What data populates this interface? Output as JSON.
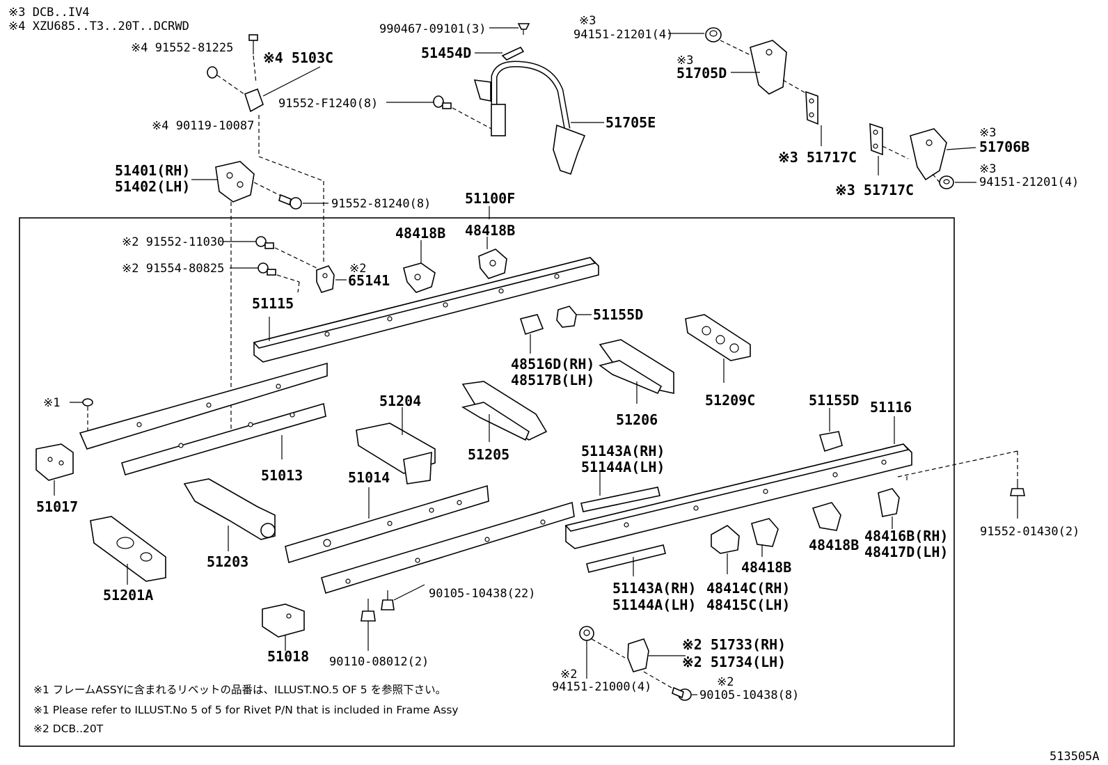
{
  "header_notes": [
    "※3 DCB..IV4",
    "※4 XZU685..T3..20T..DCRWD"
  ],
  "footer_notes": [
    "※1 フレームASSYに含まれるリベットの品番は、ILLUST.NO.5 OF 5 を参照下さい。",
    "※1 Please refer to ILLUST.No 5 of 5 for Rivet P/N that is included in Frame Assy",
    "※2 DCB..20T"
  ],
  "illustration_code": "513505A",
  "labels": {
    "l_99046709101": "990467-09101(3)",
    "l_51454D": "51454D",
    "l_91552F1240": "91552-F1240(8)",
    "l_51705E": "51705E",
    "l_9155281225": "※4 91552-81225",
    "l_5103C": "※4 5103C",
    "l_9011910087": "※4 90119-10087",
    "l_51401": "51401(RH)",
    "l_51402": "51402(LH)",
    "l_9155281240": "91552-81240(8)",
    "l_m3a": "※3",
    "l_9415121201a": "94151-21201(4)",
    "l_m3b": "※3",
    "l_51705D": "51705D",
    "l_51717Ca": "※3 51717C",
    "l_m3c": "※3",
    "l_51706B": "51706B",
    "l_m3d": "※3",
    "l_9415121201b": "94151-21201(4)",
    "l_51717Cb": "※3 51717C",
    "l_51100F": "51100F",
    "l_48418Ba": "48418B",
    "l_48418Bb": "48418B",
    "l_9155211030": "※2 91552-11030",
    "l_9155480825": "※2 91554-80825",
    "l_m2a": "※2",
    "l_65141": "65141",
    "l_51115": "51115",
    "l_51155Da": "51155D",
    "l_48516D": "48516D(RH)",
    "l_48517B": "48517B(LH)",
    "l_m1": "※1",
    "l_51017": "51017",
    "l_51013": "51013",
    "l_51204": "51204",
    "l_51205": "51205",
    "l_51206": "51206",
    "l_51209C": "51209C",
    "l_51155Db": "51155D",
    "l_51116": "51116",
    "l_51014": "51014",
    "l_51203": "51203",
    "l_51201A": "51201A",
    "l_51143Aa": "51143A(RH)",
    "l_51144Aa": "51144A(LH)",
    "l_48416B": "48416B(RH)",
    "l_48417D": "48417D(LH)",
    "l_9155201430": "91552-01430(2)",
    "l_48418Bc": "48418B",
    "l_48418Bd": "48418B",
    "l_9010510438a": "90105-10438(22)",
    "l_51143Ab": "51143A(RH)",
    "l_51144Ab": "51144A(LH)",
    "l_48414C": "48414C(RH)",
    "l_48415C": "48415C(LH)",
    "l_51018": "51018",
    "l_9011008012": "90110-08012(2)",
    "l_51733": "※2 51733(RH)",
    "l_51734": "※2 51734(LH)",
    "l_m2b": "※2",
    "l_9415121000": "94151-21000(4)",
    "l_m2c": "※2",
    "l_9010510438b": "90105-10438(8)"
  }
}
